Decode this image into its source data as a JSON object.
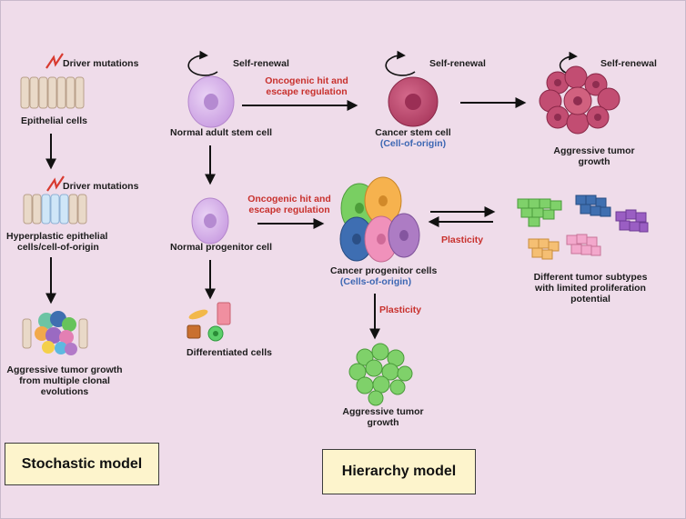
{
  "labels": {
    "driver_mutations_1": "Driver mutations",
    "epithelial_cells": "Epithelial cells",
    "driver_mutations_2": "Driver mutations",
    "hyperplastic_1": "Hyperplastic epithelial",
    "hyperplastic_2": "cells/cell-of-origin",
    "aggr_clonal_1": "Aggressive tumor growth",
    "aggr_clonal_2": "from multiple clonal",
    "aggr_clonal_3": "evolutions",
    "self_renewal_1": "Self-renewal",
    "normal_adult_stem": "Normal adult stem cell",
    "oncogenic_1a": "Oncogenic hit and",
    "oncogenic_1b": "escape regulation",
    "self_renewal_2": "Self-renewal",
    "cancer_stem_cell": "Cancer stem cell",
    "cell_of_origin": "(Cell-of-origin)",
    "self_renewal_3": "Self-renewal",
    "aggr_top_1": "Aggressive tumor",
    "aggr_top_2": "growth",
    "normal_progenitor": "Normal progenitor cell",
    "oncogenic_2a": "Oncogenic hit and",
    "oncogenic_2b": "escape regulation",
    "plasticity_1": "Plasticity",
    "cancer_progenitor": "Cancer progenitor cells",
    "cells_of_origin": "(Cells-of-origin)",
    "different_1": "Different tumor subtypes",
    "different_2": "with limited proliferation",
    "different_3": "potential",
    "differentiated": "Differentiated cells",
    "plasticity_2": "Plasticity",
    "aggr_bottom_1": "Aggressive tumor",
    "aggr_bottom_2": "growth"
  },
  "models": {
    "stochastic": "Stochastic model",
    "hierarchy": "Hierarchy model"
  },
  "colors": {
    "background": "#efdcea",
    "label_red": "#c8312d",
    "label_blue": "#3d67b3",
    "model_box": "#fdf4cc",
    "stem_cell": "#d9b3ea",
    "cancer_stem_cell": "#c24d72",
    "tumor_green": "#7fd16a"
  }
}
